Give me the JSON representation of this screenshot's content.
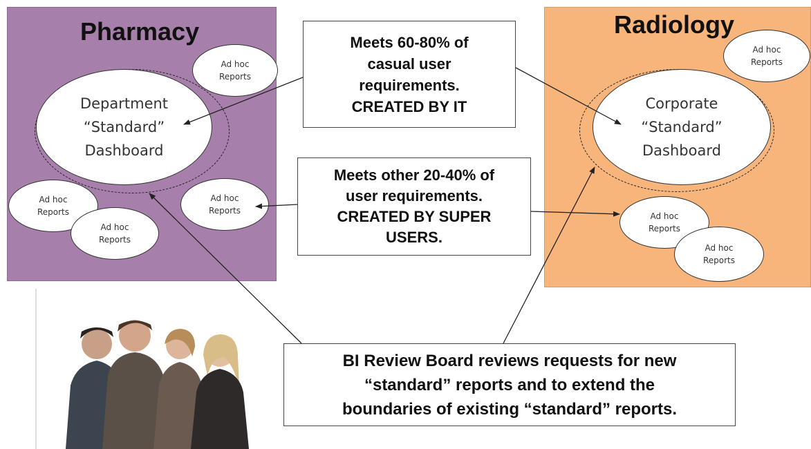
{
  "pharmacy": {
    "title": "Pharmacy",
    "color": "#a77fab",
    "dashboard": [
      "Department",
      "“Standard”",
      "Dashboard"
    ],
    "adhoc": [
      "Ad hoc",
      "Reports"
    ]
  },
  "radiology": {
    "title": "Radiology",
    "color": "#f7b57c",
    "dashboard": [
      "Corporate",
      "“Standard”",
      "Dashboard"
    ],
    "adhoc": [
      "Ad hoc",
      "Reports"
    ]
  },
  "callouts": {
    "it": [
      "Meets 60-80% of",
      "casual user",
      "requirements.",
      "CREATED BY IT"
    ],
    "super_users": [
      "Meets other 20-40% of",
      "user requirements.",
      "CREATED BY SUPER",
      "USERS."
    ],
    "review_board": [
      "BI Review Board reviews requests for new",
      "“standard” reports and to extend the",
      "boundaries of existing “standard” reports."
    ]
  },
  "image": {
    "icon": "business-team-photo"
  }
}
